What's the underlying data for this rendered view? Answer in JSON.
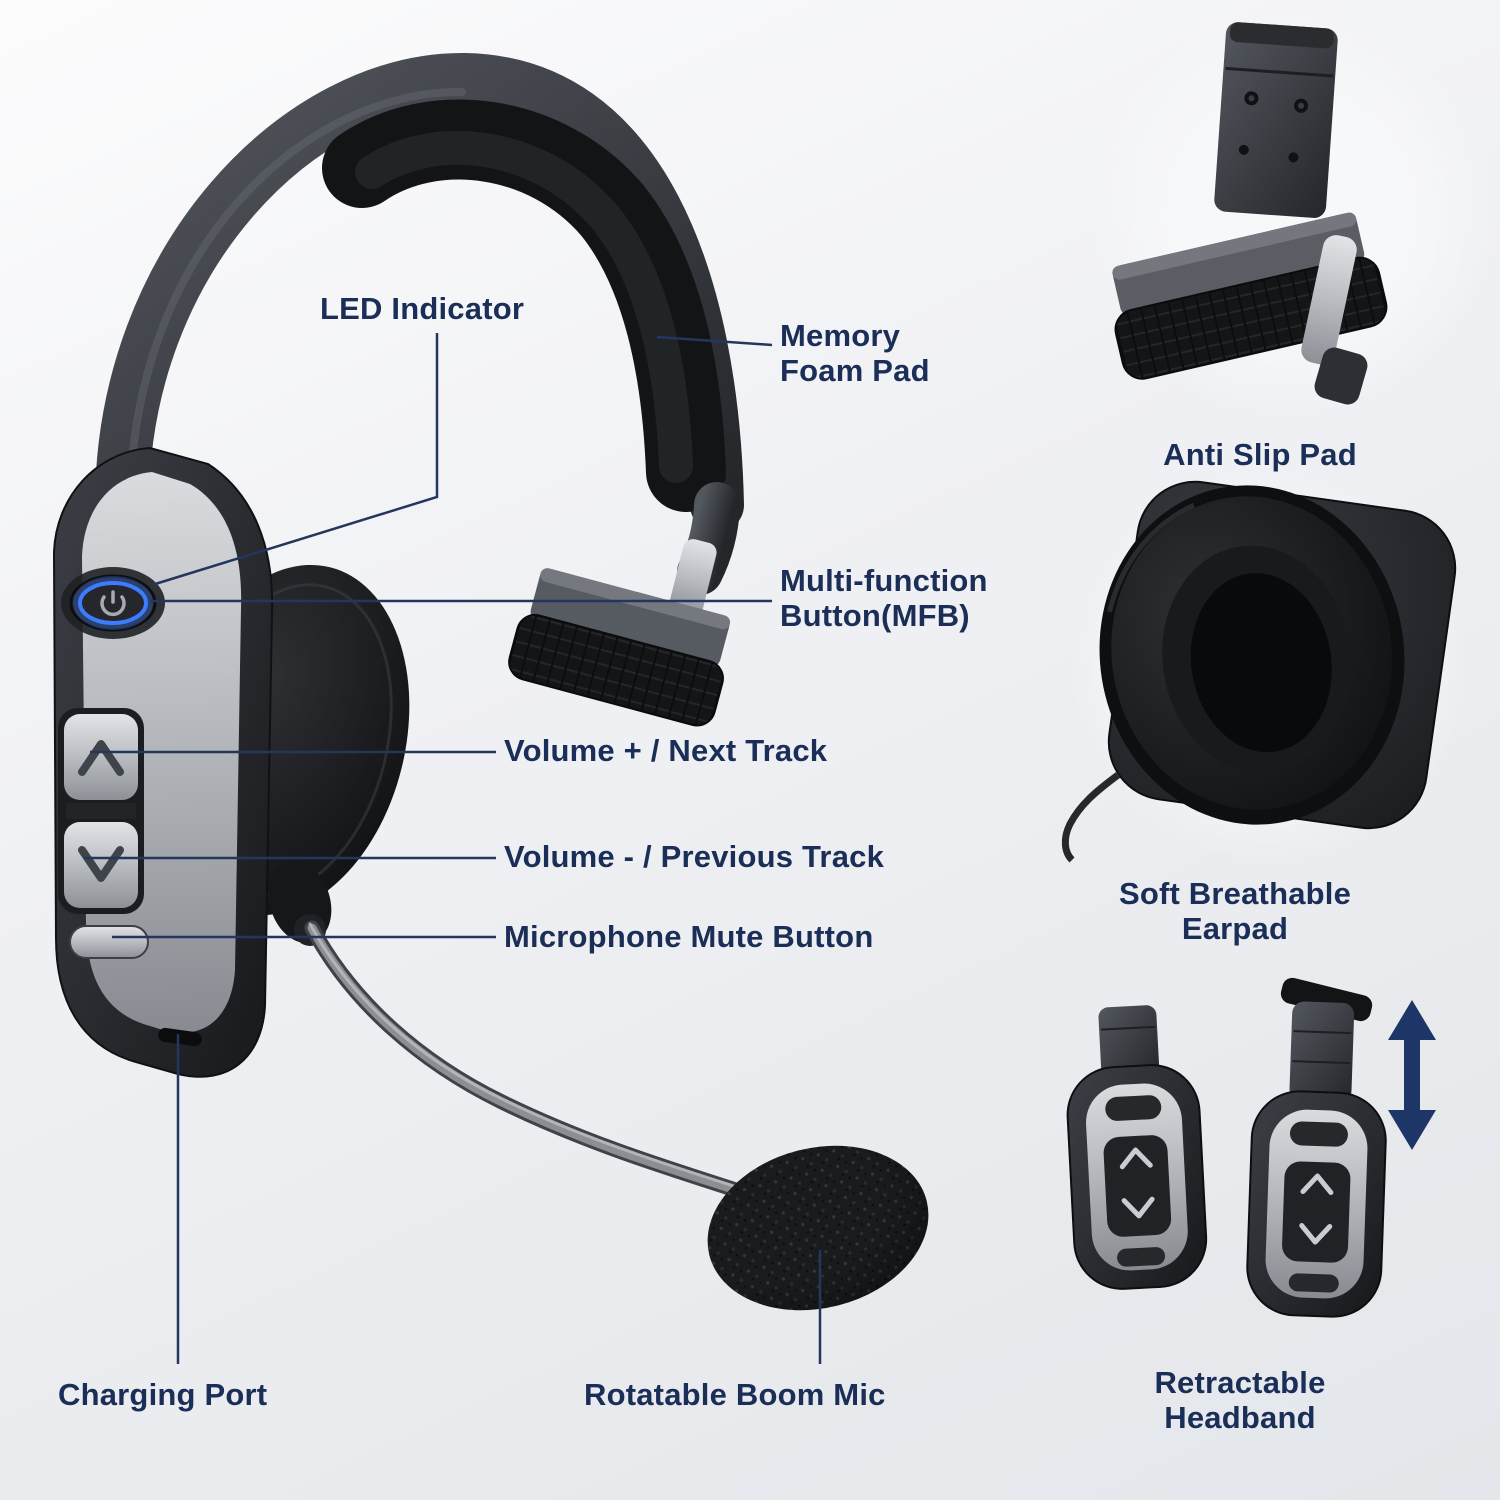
{
  "colors": {
    "label_text": "#1a2e57",
    "callout_line": "#24365c",
    "led_blue": "#3d7bff",
    "arrow": "#1e3567"
  },
  "main_callouts": {
    "led_indicator": "LED Indicator",
    "memory_foam_pad": "Memory Foam Pad",
    "multi_function_button": "Multi-function Button(MFB)",
    "volume_up": "Volume + / Next Track",
    "volume_down": "Volume - / Previous Track",
    "mic_mute": "Microphone Mute Button",
    "charging_port": "Charging Port",
    "boom_mic": "Rotatable Boom Mic"
  },
  "insets": {
    "anti_slip_pad": {
      "label": "Anti Slip Pad"
    },
    "earpad": {
      "label": "Soft Breathable Earpad"
    },
    "retractable_headband": {
      "label": "Retractable Headband"
    }
  }
}
